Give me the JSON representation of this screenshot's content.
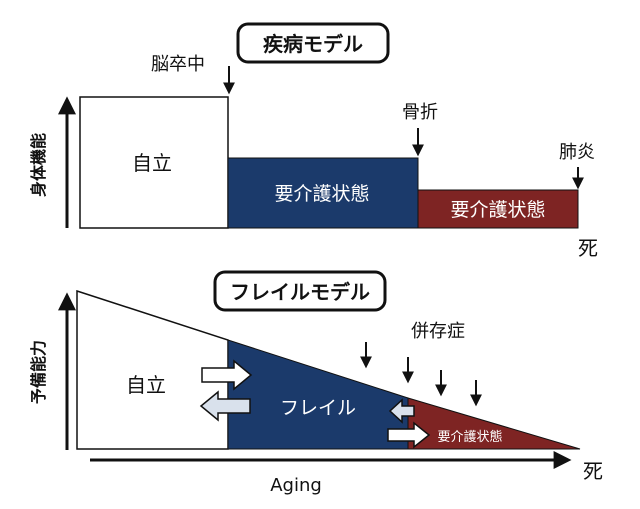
{
  "disease_model": {
    "title": "疾病モデル",
    "y_axis_label": "身体機能",
    "independent_label": "自立",
    "care_state_label_1": "要介護状態",
    "care_state_label_2": "要介護状態",
    "event_stroke": "脳卒中",
    "event_fracture": "骨折",
    "event_pneumonia": "肺炎",
    "death_label": "死"
  },
  "frailty_model": {
    "title": "フレイルモデル",
    "y_axis_label": "予備能力",
    "independent_label": "自立",
    "frailty_label": "フレイル",
    "care_state_label": "要介護状態",
    "comorbidity_label": "併存症",
    "death_label": "死",
    "x_axis_label": "Aging"
  },
  "colors": {
    "navy": "#1b3a6b",
    "maroon": "#7e2423",
    "outline": "#111111",
    "arrow_fill": "#ffffff",
    "arrow_back_fill": "#d9e1ec"
  }
}
